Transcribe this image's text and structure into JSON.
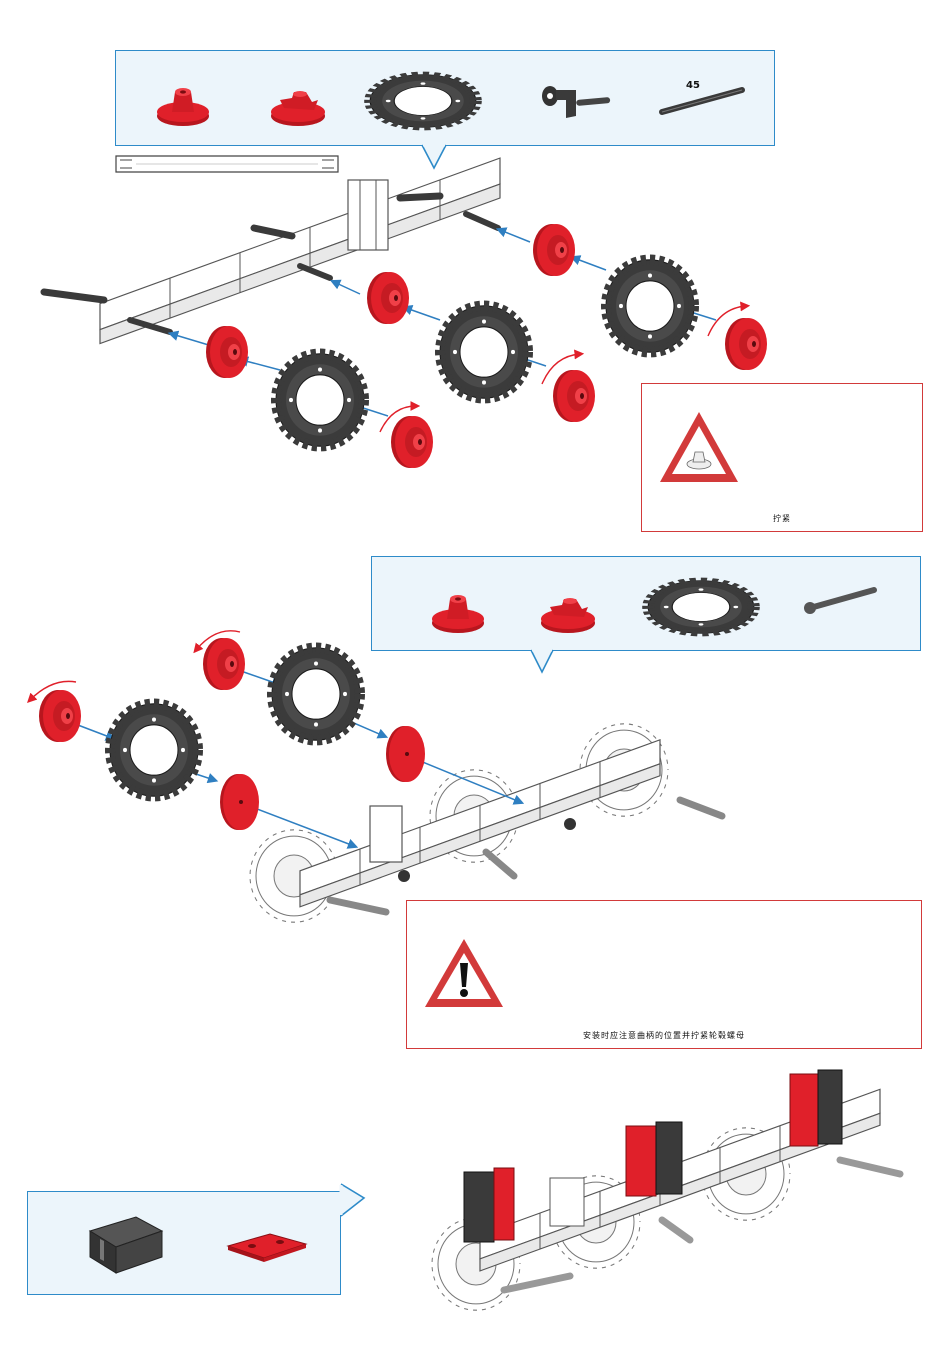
{
  "step1": {
    "parts": [
      {
        "name": "hub-nut",
        "icon": "hub-nut-icon",
        "color": "#e0202a"
      },
      {
        "name": "wing-nut",
        "icon": "wing-nut-icon",
        "color": "#e0202a"
      },
      {
        "name": "gear-z40",
        "icon": "gear-icon",
        "color": "#333333"
      },
      {
        "name": "crank",
        "icon": "crank-icon",
        "color": "#333333"
      },
      {
        "name": "axle",
        "icon": "axle-icon",
        "color": "#333333"
      }
    ],
    "axle_length_label": "45",
    "warning": {
      "icon": "warning-triangle-icon",
      "text": "拧紧"
    }
  },
  "step2": {
    "parts": [
      {
        "name": "hub-nut",
        "icon": "hub-nut-icon",
        "color": "#e0202a"
      },
      {
        "name": "wing-nut",
        "icon": "wing-nut-icon",
        "color": "#e0202a"
      },
      {
        "name": "gear-z40",
        "icon": "gear-icon",
        "color": "#333333"
      },
      {
        "name": "axle",
        "icon": "axle-icon",
        "color": "#555555"
      }
    ],
    "warning": {
      "icon": "exclamation-triangle-icon",
      "text": "安装时应注意曲柄的位置并拧紧轮毂螺母"
    }
  },
  "step3": {
    "parts": [
      {
        "name": "building-block-30",
        "icon": "block-icon",
        "color": "#333333"
      },
      {
        "name": "flat-plate",
        "icon": "plate-icon",
        "color": "#e0202a"
      }
    ]
  },
  "colors": {
    "accent_blue": "#2e8bc9",
    "warning_red": "#d23a3a",
    "part_red": "#e0202a",
    "part_dark": "#3a3a3a",
    "arrow_blue": "#2f7fc1"
  }
}
